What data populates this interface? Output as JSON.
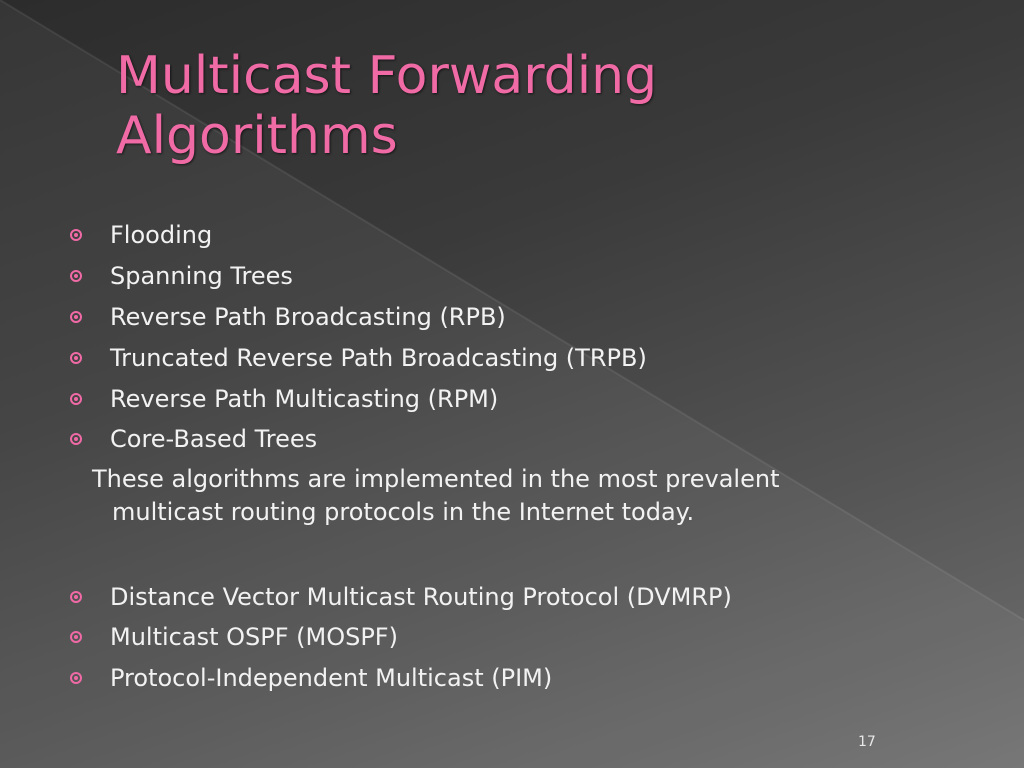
{
  "slide": {
    "title_line1": "Multicast Forwarding",
    "title_line2": "Algorithms",
    "algorithms": [
      {
        "label": "Flooding"
      },
      {
        "label": "Spanning Trees"
      },
      {
        "label": "Reverse Path Broadcasting (RPB)"
      },
      {
        "label": "Truncated Reverse Path Broadcasting (TRPB)"
      },
      {
        "label": "Reverse Path Multicasting (RPM)"
      },
      {
        "label": "Core-Based Trees"
      }
    ],
    "note_line1": "These algorithms are implemented in the most prevalent",
    "note_line2": "multicast routing protocols in the Internet today.",
    "protocols": [
      {
        "label": "Distance Vector Multicast Routing Protocol (DVMRP)"
      },
      {
        "label": "Multicast OSPF (MOSPF)"
      },
      {
        "label": "Protocol-Independent Multicast (PIM)"
      }
    ],
    "page_number": "17"
  },
  "colors": {
    "accent": "#f06aa6",
    "text": "#f2f2f2",
    "background_dark": "#2c2c2c",
    "background_light": "#707070"
  },
  "icons": {
    "bullet": "circled-dot-bullet-icon"
  }
}
